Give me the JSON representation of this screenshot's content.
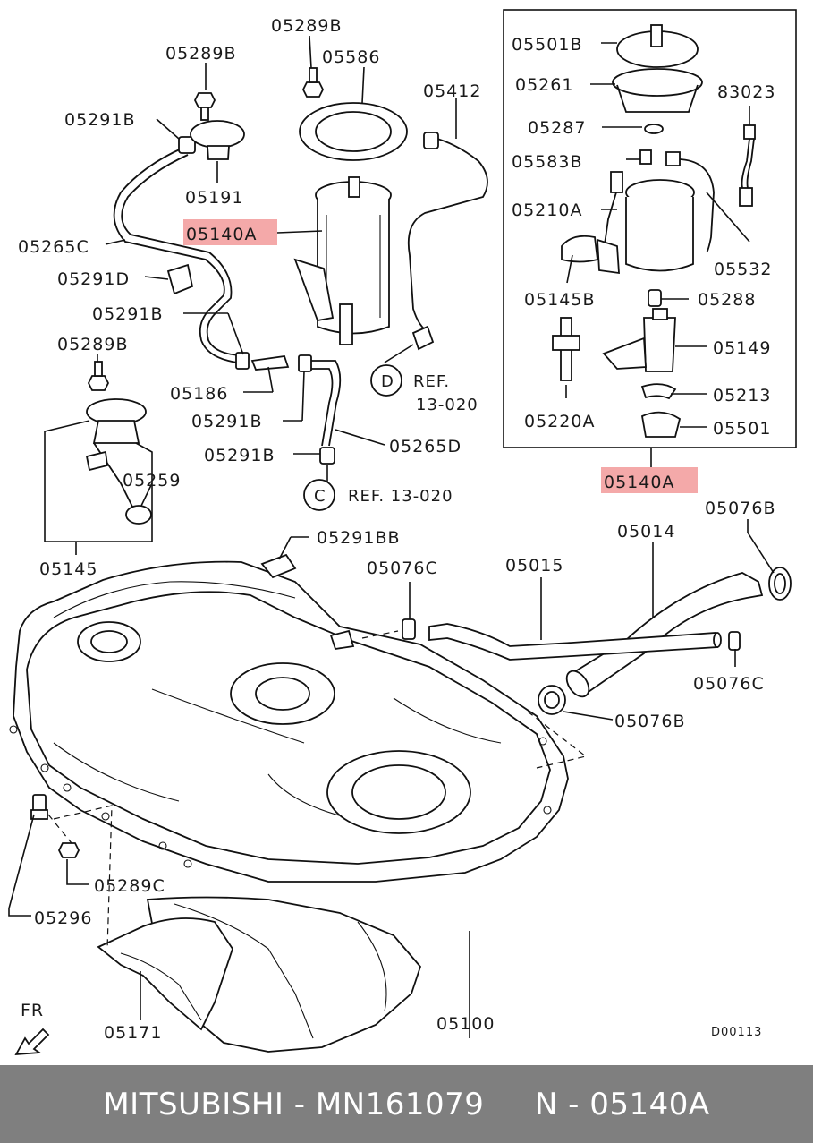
{
  "labels": {
    "l05289B_top": "05289B",
    "l05586": "05586",
    "l05289B_left": "05289B",
    "l05412": "05412",
    "l05291B_a": "05291B",
    "l05191": "05191",
    "l05140A_main": "05140A",
    "l05265C": "05265C",
    "l05291D": "05291D",
    "l05291B_b": "05291B",
    "l05289B_mid": "05289B",
    "l05186": "05186",
    "l05291B_c": "05291B",
    "l05265D": "05265D",
    "l05291B_d": "05291B",
    "l05259": "05259",
    "l05145": "05145",
    "l05291BB": "05291BB",
    "l05076C_a": "05076C",
    "l05015": "05015",
    "l05014": "05014",
    "l05076B_a": "05076B",
    "l05076C_b": "05076C",
    "l05076B_b": "05076B",
    "l05289C": "05289C",
    "l05296": "05296",
    "l05171": "05171",
    "l05100": "05100",
    "l05501B": "05501B",
    "l05261": "05261",
    "l83023": "83023",
    "l05287": "05287",
    "l05583B": "05583B",
    "l05210A": "05210A",
    "l05532": "05532",
    "l05145B": "05145B",
    "l05288": "05288",
    "l05149": "05149",
    "l05220A": "05220A",
    "l05213": "05213",
    "l05501": "05501",
    "l05140A_box": "05140A"
  },
  "refs": {
    "ref_d_letter": "D",
    "ref_d_text1": "REF.",
    "ref_d_text2": "13-020",
    "ref_c_letter": "C",
    "ref_c_text": "REF. 13-020"
  },
  "orientation": "FR",
  "diagram_code": "D00113",
  "footer": "MITSUBISHI - MN161079     N - 05140A",
  "colors": {
    "highlight": "#f4a9a9",
    "footer_bg": "#7f7f7f",
    "footer_text": "#ffffff"
  }
}
